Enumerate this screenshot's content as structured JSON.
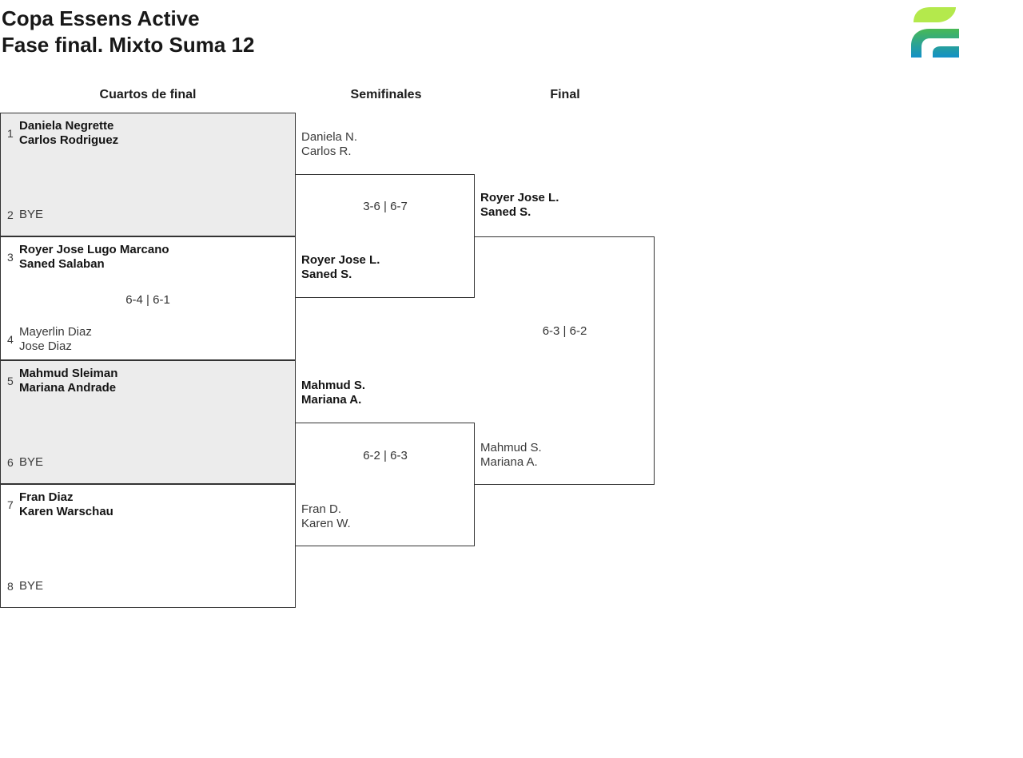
{
  "header": {
    "title_line1": "Copa Essens Active",
    "title_line2": "Fase final. Mixto Suma 12"
  },
  "brand": {
    "logo_leaf": "#b4e94c",
    "logo_gradient_top": "#48b955",
    "logo_gradient_bottom": "#1390c8"
  },
  "columns": [
    {
      "label": "Cuartos de final"
    },
    {
      "label": "Semifinales"
    },
    {
      "label": "Final"
    }
  ],
  "quarterfinals": [
    {
      "score": "",
      "top": {
        "seed": "1",
        "players": [
          "Daniela Negrette",
          "Carlos Rodriguez"
        ]
      },
      "bottom": {
        "seed": "2",
        "bye": "BYE"
      }
    },
    {
      "score": "6-4 | 6-1",
      "top": {
        "seed": "3",
        "players": [
          "Royer Jose Lugo Marcano",
          "Saned Salaban"
        ]
      },
      "bottom": {
        "seed": "4",
        "players": [
          "Mayerlin Diaz",
          "Jose Diaz"
        ]
      }
    },
    {
      "score": "",
      "top": {
        "seed": "5",
        "players": [
          "Mahmud Sleiman",
          "Mariana Andrade"
        ]
      },
      "bottom": {
        "seed": "6",
        "bye": "BYE"
      }
    },
    {
      "score": "",
      "top": {
        "seed": "7",
        "players": [
          "Fran Diaz",
          "Karen Warschau"
        ]
      },
      "bottom": {
        "seed": "8",
        "bye": "BYE"
      }
    }
  ],
  "semifinals": [
    {
      "score": "3-6 | 6-7",
      "top": {
        "players": [
          "Daniela N.",
          "Carlos R."
        ]
      },
      "bottom": {
        "players": [
          "Royer Jose L.",
          "Saned S."
        ]
      }
    },
    {
      "score": "6-2 | 6-3",
      "top": {
        "players": [
          "Mahmud S.",
          "Mariana A."
        ]
      },
      "bottom": {
        "players": [
          "Fran D.",
          "Karen W."
        ]
      }
    }
  ],
  "final": {
    "score": "6-3 | 6-2",
    "top": {
      "players": [
        "Royer Jose L.",
        "Saned S."
      ]
    },
    "bottom": {
      "players": [
        "Mahmud S.",
        "Mariana A."
      ]
    }
  }
}
